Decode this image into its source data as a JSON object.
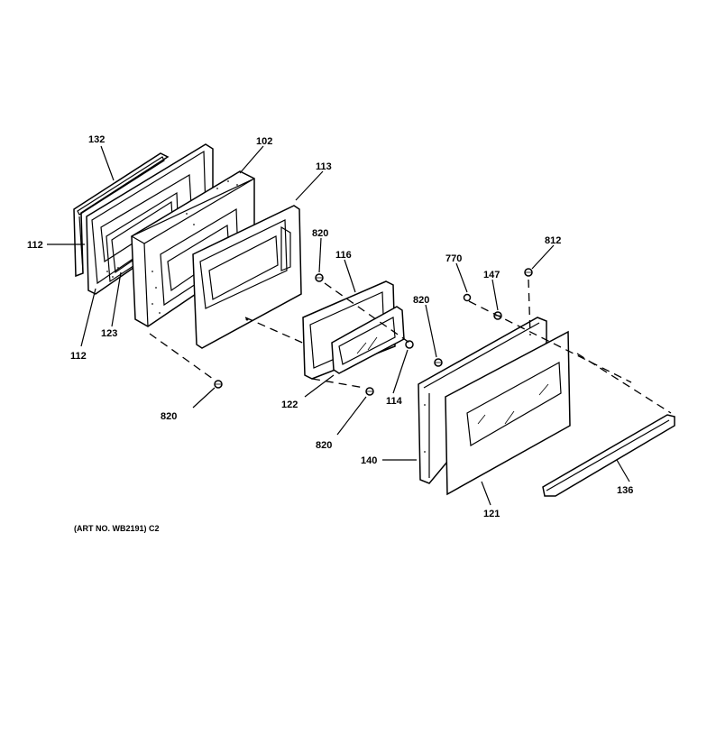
{
  "labels": {
    "p132": "132",
    "p102": "102",
    "p113": "113",
    "p112a": "112",
    "p112b": "112",
    "p123": "123",
    "p820a": "820",
    "p116": "116",
    "p820b": "820",
    "p770": "770",
    "p147": "147",
    "p812": "812",
    "p122": "122",
    "p114": "114",
    "p820c": "820",
    "p820d": "820",
    "p140": "140",
    "p121": "121",
    "p136": "136"
  },
  "art_number": "(ART NO. WB2191) C2"
}
